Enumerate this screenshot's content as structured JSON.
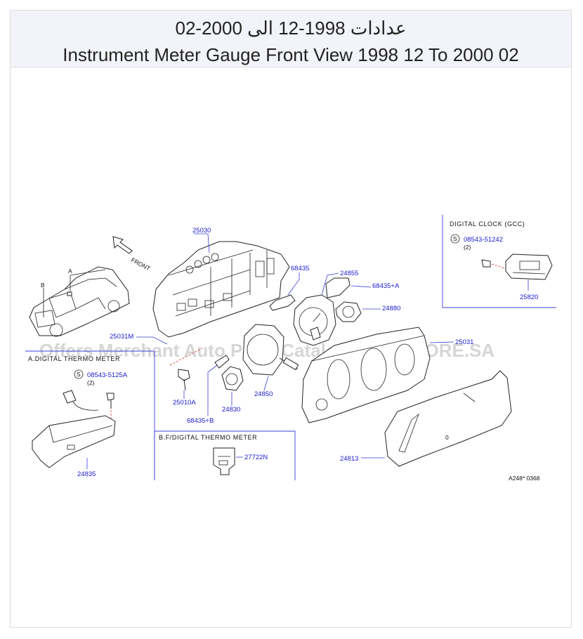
{
  "header": {
    "title_ar": "عدادات 1998-12 الى 2000-02",
    "title_en": "Instrument Meter Gauge Front View 1998 12 To 2000 02"
  },
  "diagram": {
    "front_label": "FRONT",
    "car_labels": {
      "a": "A",
      "b": "B"
    },
    "watermark": "Offers Merchant Auto Parts Catalog PARTSTORE.SA",
    "figure_code": "A248*  0368",
    "sections": {
      "digital_clock": "DIGITAL  CLOCK  (GCC)",
      "a_thermo": "A.DIGITAL  THERMO  METER",
      "bf_thermo": "B.F/DIGITAL  THERMO  METER"
    },
    "screw_symbol": "S",
    "parts": {
      "p25030": "25030",
      "p68435": "68435",
      "p24855": "24855",
      "p68435A": "68435+A",
      "p24880": "24880",
      "p25031M": "25031M",
      "p25031": "25031",
      "p25010A": "25010A",
      "p24830": "24830",
      "p24850": "24850",
      "p68435B": "68435+B",
      "p24813": "24813",
      "p08543_51242": "08543-51242",
      "p08543_51242_qty": "(2)",
      "p25820": "25820",
      "p08543_5125A": "08543-5125A",
      "p08543_5125A_qty": "(2)",
      "p24835": "24835",
      "p27722N": "27722N"
    }
  }
}
